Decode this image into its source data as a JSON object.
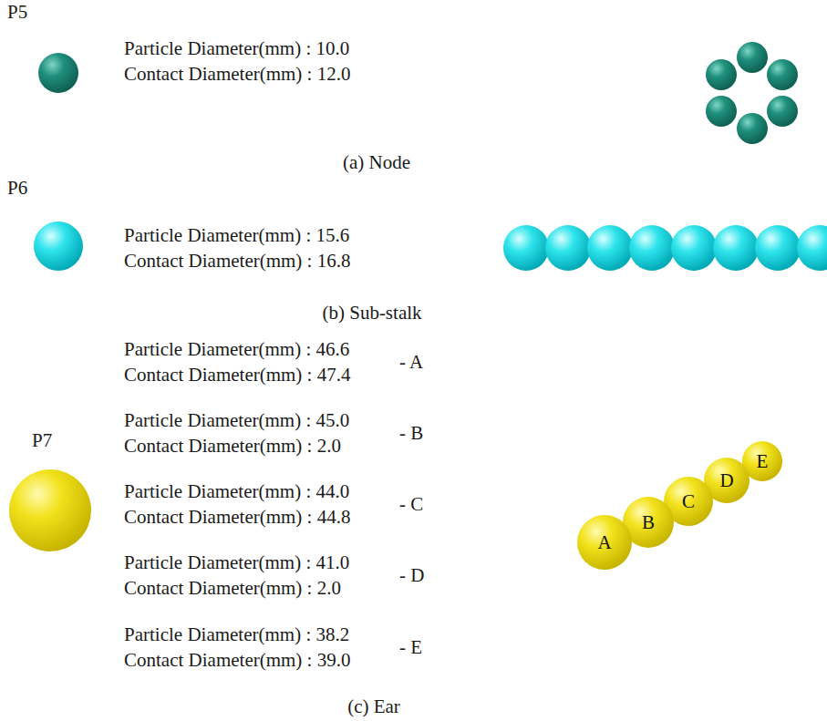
{
  "diagram": {
    "nodes": [
      {
        "text": [
          "A"
        ]
      },
      {
        "text": [
          "B"
        ]
      },
      {
        "text": [
          "C"
        ]
      },
      {
        "text": [
          "D"
        ]
      },
      {
        "text": [
          "E"
        ]
      }
    ],
    "labels": [
      "P5",
      "Particle Diameter(mm) : 10.0",
      "Contact Diameter(mm) : 12.0",
      "(a) Node",
      "P6",
      "Particle Diameter(mm) : 15.6",
      "Contact Diameter(mm) : 16.8",
      "(b) Sub-stalk",
      "Particle Diameter(mm) : 46.6",
      "Contact Diameter(mm) : 47.4",
      "- A",
      "P7",
      "Particle Diameter(mm) : 45.0",
      "Contact Diameter(mm) : 2.0",
      "- B",
      "Particle Diameter(mm) : 44.0",
      "Contact Diameter(mm) : 44.8",
      "- C",
      "Particle Diameter(mm) : 41.0",
      "Contact Diameter(mm) : 2.0",
      "- D",
      "Particle Diameter(mm) : 38.2",
      "Contact Diameter(mm) : 39.0",
      "- E",
      "(c) Ear"
    ]
  }
}
